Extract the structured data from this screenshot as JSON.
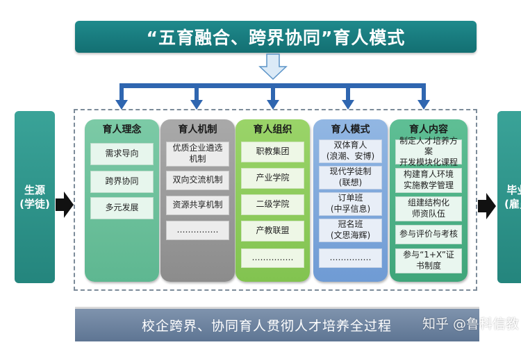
{
  "title": "“五育融合、跨界协同”育人模式",
  "left_block": "生源\n(学徒)",
  "right_block": "毕业\n(雇员",
  "columns": [
    {
      "header": "育人理念",
      "items": [
        "需求导向",
        "跨界协同",
        "多元发展"
      ]
    },
    {
      "header": "育人机制",
      "items": [
        "优质企业遴选\n机制",
        "双向交流机制",
        "资源共享机制",
        "……………"
      ]
    },
    {
      "header": "育人组织",
      "items": [
        "职教集团",
        "产业学院",
        "二级学院",
        "产教联盟",
        "……………"
      ]
    },
    {
      "header": "育人模式",
      "items": [
        "双体育人\n(浪潮、安博)",
        "现代学徒制\n(联想)",
        "订单班\n(中孚信息)",
        "冠名班\n(文思海辉)",
        "……………"
      ]
    },
    {
      "header": "育人内容",
      "items": [
        "制定人才培养方案\n开发模块化课程",
        "构建育人环境\n实施教学管理",
        "组建结构化\n师资队伍",
        "参与评价与考核",
        "参与“1+X”证\n书制度"
      ]
    }
  ],
  "bottom_text": "校企跨界、协同育人贯彻人才培养全过程",
  "watermark": "知乎 @鲁科信教",
  "colors": {
    "title_bg": "#1a7e80",
    "side_bg": "#2d9589",
    "arrow_blue": "#2f66b0",
    "bottom_bg": "#6d83a0"
  }
}
